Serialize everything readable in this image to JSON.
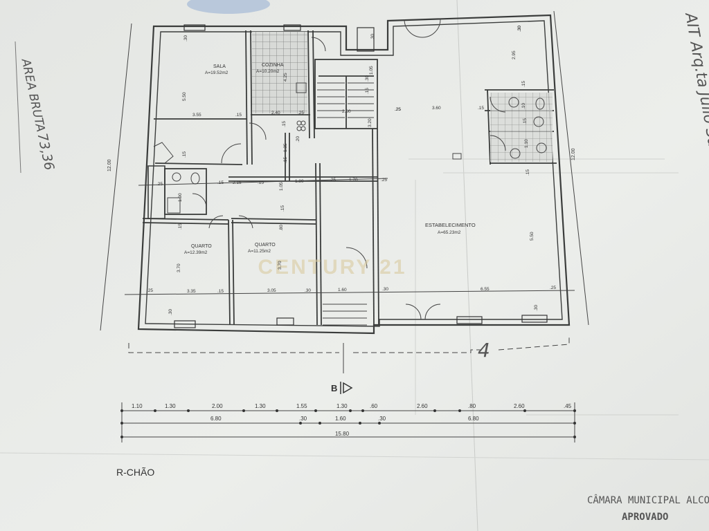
{
  "plan": {
    "floor_label": "R-CHÃO",
    "section_marker": "B",
    "north_marker": "4",
    "watermark": "CENTURY 21",
    "rooms": [
      {
        "name": "SALA",
        "area": "A=19.52m2"
      },
      {
        "name": "COZINHA",
        "area": "A=10.20m2"
      },
      {
        "name": "QUARTO",
        "area": "A=12.39m2"
      },
      {
        "name": "QUARTO",
        "area": "A=11.25m2"
      },
      {
        "name": "ESTABELECIMENTO",
        "area": "A=65.23m2"
      }
    ],
    "overall_height": "12.00",
    "overall_height_right": "12.00",
    "interior_dims": [
      ".30",
      "5.50",
      "3.55",
      ".15",
      "2.40",
      ".25",
      "4.25",
      ".30",
      ".15",
      "2.60",
      "3.20",
      ".15",
      "1.35",
      ".15",
      ".15",
      "2.15",
      ".15",
      "1.05",
      "1.80",
      ".25",
      "1.70",
      ".25",
      ".25",
      ".25",
      "1.90",
      ".15",
      ".15",
      ".80",
      "3.70",
      "3.70",
      ".25",
      "3.35",
      ".15",
      "3.05",
      ".30",
      "1.60",
      ".30",
      "6.55",
      ".25",
      ".30",
      ".30",
      ".25",
      "3.60",
      ".15",
      "2.95",
      ".30",
      ".15",
      ".10",
      ".15",
      "1.10",
      ".15",
      "5.50",
      ".30",
      ".30",
      "1.05",
      ".20",
      ".15"
    ],
    "dim_row_1": [
      "1.10",
      "1.30",
      "2.00",
      "1.30",
      "1.55",
      "1.30",
      ".60",
      "2.60",
      ".80",
      "2.60",
      ".45"
    ],
    "dim_row_2": [
      "6.80",
      ".30",
      "1.60",
      ".30",
      "6.80"
    ],
    "dim_row_3": [
      "15.80"
    ]
  },
  "annotations": {
    "area_note": "AREA BRUTA",
    "area_value": "73,36",
    "margin_note": "AIT Arq.ta Julio Saint Maurice"
  },
  "stamp": {
    "line1": "CÂMARA MUNICIPAL ALCOCH",
    "line2": "APROVADO"
  }
}
